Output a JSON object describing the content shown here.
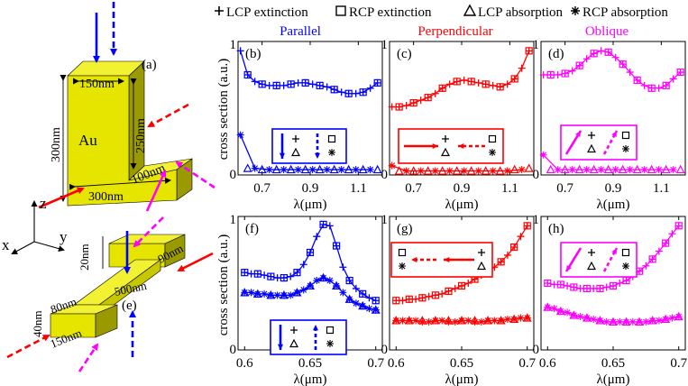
{
  "legend": {
    "items": [
      {
        "marker": "plus",
        "label": "LCP extinction"
      },
      {
        "marker": "square",
        "label": "RCP extinction"
      },
      {
        "marker": "triangle",
        "label": "LCP absorption"
      },
      {
        "marker": "star",
        "label": "RCP absorption"
      }
    ]
  },
  "colors": {
    "parallel": "#0000ff",
    "perpendicular": "#ff0000",
    "oblique": "#ff00ff",
    "gold": "#e5e500"
  },
  "structures": {
    "a": {
      "panel_label": "(a)",
      "material": "Au",
      "dims": [
        "150nm",
        "300nm",
        "250nm",
        "100nm",
        "300nm"
      ],
      "axes": {
        "z": "z",
        "x": "x",
        "y": "y"
      }
    },
    "e": {
      "panel_label": "(e)",
      "dims": [
        "20nm",
        "90nm",
        "500nm",
        "80nm",
        "40nm",
        "150nm"
      ]
    }
  },
  "column_titles": [
    "Parallel",
    "Perpendicular",
    "Oblique"
  ],
  "axis_text": {
    "ylabel": "cross section (a.u.)",
    "xlabel": "λ(μm)",
    "ytick_top": "1",
    "ytick_bottom": "0"
  },
  "chart_data": [
    {
      "id": "b",
      "panel_label": "(b)",
      "type": "line",
      "color": "#0000ff",
      "title": "Parallel",
      "xlim": [
        0.6,
        1.2
      ],
      "ylim": [
        0,
        1
      ],
      "xticks": [
        "0.7",
        "0.9",
        "1.1"
      ],
      "series": [
        {
          "name": "LCP extinction",
          "marker": "plus",
          "x": [
            0.61,
            0.64,
            0.67,
            0.7,
            0.73,
            0.76,
            0.79,
            0.82,
            0.85,
            0.88,
            0.91,
            0.94,
            0.97,
            1.0,
            1.03,
            1.06,
            1.09,
            1.12,
            1.15,
            1.18
          ],
          "values": [
            0.93,
            0.75,
            0.7,
            0.68,
            0.67,
            0.67,
            0.67,
            0.68,
            0.69,
            0.69,
            0.68,
            0.67,
            0.66,
            0.64,
            0.62,
            0.61,
            0.61,
            0.62,
            0.65,
            0.69
          ]
        },
        {
          "name": "RCP extinction",
          "marker": "square",
          "x": [
            0.64,
            0.7,
            0.76,
            0.82,
            0.88,
            0.94,
            1.0,
            1.06,
            1.12,
            1.18
          ],
          "values": [
            0.75,
            0.68,
            0.67,
            0.68,
            0.69,
            0.67,
            0.64,
            0.61,
            0.62,
            0.69
          ]
        },
        {
          "name": "LCP absorption",
          "marker": "triangle",
          "x": [
            0.64,
            0.7,
            0.76,
            0.82,
            0.88,
            0.94,
            1.0,
            1.06,
            1.12,
            1.18
          ],
          "values": [
            0.05,
            0.04,
            0.04,
            0.04,
            0.04,
            0.04,
            0.04,
            0.04,
            0.04,
            0.04
          ]
        },
        {
          "name": "RCP absorption",
          "marker": "star",
          "x": [
            0.61,
            0.67,
            0.73,
            0.79,
            0.85,
            0.91,
            0.97,
            1.03,
            1.09,
            1.15
          ],
          "values": [
            0.3,
            0.05,
            0.04,
            0.04,
            0.04,
            0.04,
            0.04,
            0.04,
            0.04,
            0.04
          ]
        }
      ]
    },
    {
      "id": "c",
      "panel_label": "(c)",
      "type": "line",
      "color": "#ff0000",
      "title": "Perpendicular",
      "xlim": [
        0.6,
        1.2
      ],
      "ylim": [
        0,
        1
      ],
      "xticks": [
        "0.7",
        "0.9",
        "1.1"
      ],
      "series": [
        {
          "name": "LCP extinction",
          "marker": "plus",
          "x": [
            0.61,
            0.64,
            0.67,
            0.7,
            0.73,
            0.76,
            0.79,
            0.82,
            0.85,
            0.88,
            0.91,
            0.94,
            0.97,
            1.0,
            1.03,
            1.06,
            1.09,
            1.12,
            1.15,
            1.18
          ],
          "values": [
            0.51,
            0.51,
            0.52,
            0.54,
            0.56,
            0.58,
            0.61,
            0.65,
            0.68,
            0.7,
            0.71,
            0.7,
            0.69,
            0.68,
            0.67,
            0.66,
            0.68,
            0.72,
            0.8,
            0.93
          ]
        },
        {
          "name": "RCP extinction",
          "marker": "square",
          "x": [
            0.64,
            0.7,
            0.76,
            0.82,
            0.88,
            0.94,
            1.0,
            1.06,
            1.12,
            1.18
          ],
          "values": [
            0.51,
            0.54,
            0.58,
            0.65,
            0.7,
            0.7,
            0.68,
            0.66,
            0.72,
            0.93
          ]
        },
        {
          "name": "LCP absorption",
          "marker": "triangle",
          "x": [
            0.64,
            0.7,
            0.76,
            0.82,
            0.88,
            0.94,
            1.0,
            1.06,
            1.12,
            1.18
          ],
          "values": [
            0.03,
            0.03,
            0.03,
            0.03,
            0.03,
            0.03,
            0.03,
            0.03,
            0.04,
            0.05
          ]
        },
        {
          "name": "RCP absorption",
          "marker": "star",
          "x": [
            0.61,
            0.67,
            0.73,
            0.79,
            0.85,
            0.91,
            0.97,
            1.03,
            1.09,
            1.15
          ],
          "values": [
            0.07,
            0.03,
            0.03,
            0.03,
            0.03,
            0.03,
            0.03,
            0.03,
            0.03,
            0.04
          ]
        }
      ]
    },
    {
      "id": "d",
      "panel_label": "(d)",
      "type": "line",
      "color": "#ff00ff",
      "title": "Oblique",
      "xlim": [
        0.6,
        1.2
      ],
      "ylim": [
        0,
        1
      ],
      "xticks": [
        "0.7",
        "0.9",
        "1.1"
      ],
      "series": [
        {
          "name": "LCP extinction",
          "marker": "plus",
          "x": [
            0.61,
            0.64,
            0.67,
            0.7,
            0.73,
            0.76,
            0.79,
            0.82,
            0.85,
            0.88,
            0.91,
            0.94,
            0.97,
            1.0,
            1.03,
            1.06,
            1.09,
            1.12,
            1.15,
            1.18
          ],
          "values": [
            0.75,
            0.75,
            0.75,
            0.76,
            0.78,
            0.82,
            0.87,
            0.91,
            0.93,
            0.92,
            0.88,
            0.83,
            0.77,
            0.71,
            0.67,
            0.65,
            0.65,
            0.67,
            0.72,
            0.77
          ]
        },
        {
          "name": "RCP extinction",
          "marker": "square",
          "x": [
            0.64,
            0.7,
            0.76,
            0.82,
            0.88,
            0.94,
            1.0,
            1.06,
            1.12,
            1.18
          ],
          "values": [
            0.75,
            0.76,
            0.82,
            0.91,
            0.92,
            0.83,
            0.71,
            0.65,
            0.67,
            0.77
          ]
        },
        {
          "name": "LCP absorption",
          "marker": "triangle",
          "x": [
            0.64,
            0.7,
            0.76,
            0.82,
            0.88,
            0.94,
            1.0,
            1.06,
            1.12,
            1.18
          ],
          "values": [
            0.04,
            0.04,
            0.04,
            0.04,
            0.04,
            0.04,
            0.04,
            0.04,
            0.04,
            0.04
          ]
        },
        {
          "name": "RCP absorption",
          "marker": "star",
          "x": [
            0.61,
            0.67,
            0.73,
            0.79,
            0.85,
            0.91,
            0.97,
            1.03,
            1.09,
            1.15
          ],
          "values": [
            0.15,
            0.04,
            0.04,
            0.04,
            0.04,
            0.04,
            0.04,
            0.04,
            0.04,
            0.04
          ]
        }
      ]
    },
    {
      "id": "f",
      "panel_label": "(f)",
      "type": "line",
      "color": "#0000ff",
      "xlim": [
        0.595,
        0.705
      ],
      "ylim": [
        0,
        1
      ],
      "xticks": [
        "0.6",
        "0.65",
        "0.7"
      ],
      "series": [
        {
          "name": "LCP extinction",
          "marker": "plus",
          "x": [
            0.6,
            0.605,
            0.61,
            0.615,
            0.62,
            0.625,
            0.63,
            0.635,
            0.64,
            0.645,
            0.65,
            0.655,
            0.66,
            0.665,
            0.67,
            0.675,
            0.68,
            0.685,
            0.69,
            0.695,
            0.7
          ],
          "values": [
            0.58,
            0.57,
            0.57,
            0.56,
            0.55,
            0.54,
            0.54,
            0.55,
            0.58,
            0.64,
            0.73,
            0.85,
            0.94,
            0.93,
            0.78,
            0.62,
            0.52,
            0.46,
            0.42,
            0.39,
            0.37
          ]
        },
        {
          "name": "RCP extinction",
          "marker": "square",
          "x": [
            0.6,
            0.61,
            0.62,
            0.63,
            0.64,
            0.65,
            0.66,
            0.67,
            0.68,
            0.69,
            0.7
          ],
          "values": [
            0.58,
            0.57,
            0.55,
            0.54,
            0.58,
            0.73,
            0.94,
            0.78,
            0.52,
            0.42,
            0.37
          ]
        },
        {
          "name": "LCP absorption",
          "marker": "triangle",
          "x": [
            0.6,
            0.61,
            0.62,
            0.63,
            0.64,
            0.65,
            0.66,
            0.67,
            0.68,
            0.69,
            0.7
          ],
          "values": [
            0.43,
            0.42,
            0.41,
            0.41,
            0.43,
            0.48,
            0.54,
            0.48,
            0.38,
            0.33,
            0.3
          ]
        },
        {
          "name": "RCP absorption",
          "marker": "star",
          "x": [
            0.6,
            0.605,
            0.61,
            0.615,
            0.62,
            0.625,
            0.63,
            0.635,
            0.64,
            0.645,
            0.65,
            0.655,
            0.66,
            0.665,
            0.67,
            0.675,
            0.68,
            0.685,
            0.69,
            0.695,
            0.7
          ],
          "values": [
            0.43,
            0.43,
            0.42,
            0.42,
            0.41,
            0.41,
            0.41,
            0.41,
            0.43,
            0.45,
            0.48,
            0.52,
            0.54,
            0.52,
            0.48,
            0.43,
            0.38,
            0.35,
            0.33,
            0.31,
            0.3
          ]
        }
      ]
    },
    {
      "id": "g",
      "panel_label": "(g)",
      "type": "line",
      "color": "#ff0000",
      "xlim": [
        0.595,
        0.705
      ],
      "ylim": [
        0,
        1
      ],
      "xticks": [
        "0.6",
        "0.65",
        "0.7"
      ],
      "series": [
        {
          "name": "LCP extinction",
          "marker": "plus",
          "x": [
            0.6,
            0.605,
            0.61,
            0.615,
            0.62,
            0.625,
            0.63,
            0.635,
            0.64,
            0.645,
            0.65,
            0.655,
            0.66,
            0.665,
            0.67,
            0.675,
            0.68,
            0.685,
            0.69,
            0.695,
            0.7
          ],
          "values": [
            0.37,
            0.37,
            0.38,
            0.38,
            0.39,
            0.4,
            0.41,
            0.42,
            0.44,
            0.46,
            0.48,
            0.5,
            0.53,
            0.56,
            0.59,
            0.62,
            0.66,
            0.71,
            0.77,
            0.85,
            0.93
          ]
        },
        {
          "name": "RCP extinction",
          "marker": "square",
          "x": [
            0.6,
            0.61,
            0.62,
            0.63,
            0.64,
            0.65,
            0.66,
            0.67,
            0.68,
            0.69,
            0.7
          ],
          "values": [
            0.37,
            0.38,
            0.39,
            0.41,
            0.44,
            0.48,
            0.53,
            0.59,
            0.66,
            0.77,
            0.93
          ]
        },
        {
          "name": "LCP absorption",
          "marker": "triangle",
          "x": [
            0.6,
            0.61,
            0.62,
            0.63,
            0.64,
            0.65,
            0.66,
            0.67,
            0.68,
            0.69,
            0.7
          ],
          "values": [
            0.22,
            0.22,
            0.22,
            0.22,
            0.22,
            0.22,
            0.22,
            0.22,
            0.22,
            0.23,
            0.24
          ]
        },
        {
          "name": "RCP absorption",
          "marker": "star",
          "x": [
            0.6,
            0.605,
            0.61,
            0.615,
            0.62,
            0.625,
            0.63,
            0.635,
            0.64,
            0.645,
            0.65,
            0.655,
            0.66,
            0.665,
            0.67,
            0.675,
            0.68,
            0.685,
            0.69,
            0.695,
            0.7
          ],
          "values": [
            0.22,
            0.22,
            0.22,
            0.22,
            0.21,
            0.21,
            0.22,
            0.22,
            0.21,
            0.21,
            0.22,
            0.22,
            0.21,
            0.21,
            0.22,
            0.22,
            0.22,
            0.23,
            0.23,
            0.24,
            0.24
          ]
        }
      ]
    },
    {
      "id": "h",
      "panel_label": "(h)",
      "type": "line",
      "color": "#ff00ff",
      "xlim": [
        0.595,
        0.705
      ],
      "ylim": [
        0,
        1
      ],
      "xticks": [
        "0.6",
        "0.65",
        "0.7"
      ],
      "series": [
        {
          "name": "LCP extinction",
          "marker": "plus",
          "x": [
            0.6,
            0.605,
            0.61,
            0.615,
            0.62,
            0.625,
            0.63,
            0.635,
            0.64,
            0.645,
            0.65,
            0.655,
            0.66,
            0.665,
            0.67,
            0.675,
            0.68,
            0.685,
            0.69,
            0.695,
            0.7
          ],
          "values": [
            0.5,
            0.49,
            0.49,
            0.48,
            0.47,
            0.46,
            0.46,
            0.46,
            0.46,
            0.47,
            0.48,
            0.5,
            0.52,
            0.55,
            0.59,
            0.63,
            0.68,
            0.74,
            0.8,
            0.87,
            0.93
          ]
        },
        {
          "name": "RCP extinction",
          "marker": "square",
          "x": [
            0.6,
            0.61,
            0.62,
            0.63,
            0.64,
            0.65,
            0.66,
            0.67,
            0.68,
            0.69,
            0.7
          ],
          "values": [
            0.5,
            0.49,
            0.47,
            0.46,
            0.46,
            0.48,
            0.52,
            0.59,
            0.68,
            0.8,
            0.93
          ]
        },
        {
          "name": "LCP absorption",
          "marker": "triangle",
          "x": [
            0.6,
            0.61,
            0.62,
            0.63,
            0.64,
            0.65,
            0.66,
            0.67,
            0.68,
            0.69,
            0.7
          ],
          "values": [
            0.32,
            0.29,
            0.26,
            0.24,
            0.22,
            0.21,
            0.21,
            0.21,
            0.22,
            0.23,
            0.25
          ]
        },
        {
          "name": "RCP absorption",
          "marker": "star",
          "x": [
            0.6,
            0.605,
            0.61,
            0.615,
            0.62,
            0.625,
            0.63,
            0.635,
            0.64,
            0.645,
            0.65,
            0.655,
            0.66,
            0.665,
            0.67,
            0.675,
            0.68,
            0.685,
            0.69,
            0.695,
            0.7
          ],
          "values": [
            0.32,
            0.31,
            0.29,
            0.28,
            0.26,
            0.25,
            0.24,
            0.23,
            0.22,
            0.21,
            0.21,
            0.21,
            0.21,
            0.21,
            0.21,
            0.21,
            0.22,
            0.22,
            0.23,
            0.24,
            0.25
          ]
        }
      ]
    }
  ]
}
